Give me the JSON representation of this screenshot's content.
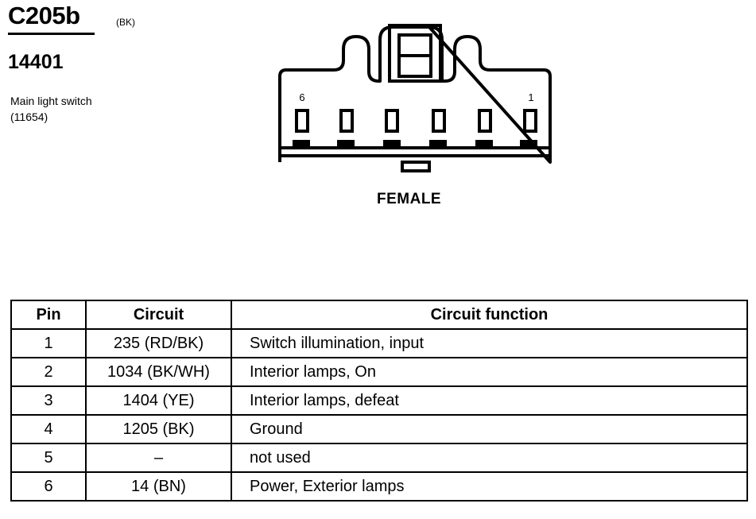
{
  "header": {
    "connector_id": "C205b",
    "connector_color": "(BK)",
    "part_number": "14401",
    "description_line1": "Main light switch",
    "description_line2": "(11654)"
  },
  "connector": {
    "pin_label_left": "6",
    "pin_label_right": "1",
    "gender": "FEMALE",
    "cavity_count": 6
  },
  "table": {
    "headers": {
      "pin": "Pin",
      "circuit": "Circuit",
      "function": "Circuit function"
    },
    "rows": [
      {
        "pin": "1",
        "circuit": "235 (RD/BK)",
        "function": "Switch illumination, input"
      },
      {
        "pin": "2",
        "circuit": "1034 (BK/WH)",
        "function": "Interior lamps, On"
      },
      {
        "pin": "3",
        "circuit": "1404 (YE)",
        "function": "Interior lamps, defeat"
      },
      {
        "pin": "4",
        "circuit": "1205 (BK)",
        "function": "Ground"
      },
      {
        "pin": "5",
        "circuit": "–",
        "function": "not used"
      },
      {
        "pin": "6",
        "circuit": "14 (BN)",
        "function": "Power, Exterior lamps"
      }
    ]
  }
}
